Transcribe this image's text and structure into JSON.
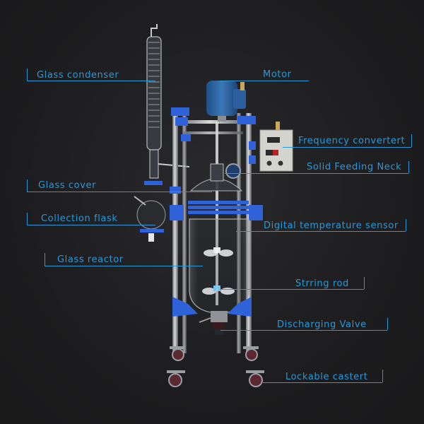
{
  "diagram": {
    "subject": "Jacketed glass reactor",
    "accent_color": "#2a97d6",
    "background_color": "#1c1c1e",
    "frame_color": "#2f62d8",
    "labels": [
      {
        "id": "glass-condenser",
        "text": "Glass condenser",
        "side": "left"
      },
      {
        "id": "motor",
        "text": "Motor",
        "side": "right"
      },
      {
        "id": "frequency-converter",
        "text": "Frequency convertert",
        "side": "right"
      },
      {
        "id": "solid-feeding-neck",
        "text": "Solid Feeding Neck",
        "side": "right"
      },
      {
        "id": "glass-cover",
        "text": "Glass cover",
        "side": "left"
      },
      {
        "id": "collection-flask",
        "text": "Collection flask",
        "side": "left"
      },
      {
        "id": "digital-temperature-sensor",
        "text": "Digital temperature sensor",
        "side": "right"
      },
      {
        "id": "glass-reactor",
        "text": "Glass reactor",
        "side": "left"
      },
      {
        "id": "stirring-rod",
        "text": "Strring rod",
        "side": "right"
      },
      {
        "id": "discharging-valve",
        "text": "Discharging Valve",
        "side": "right"
      },
      {
        "id": "lockable-caster",
        "text": "Lockable castert",
        "side": "right"
      }
    ]
  }
}
